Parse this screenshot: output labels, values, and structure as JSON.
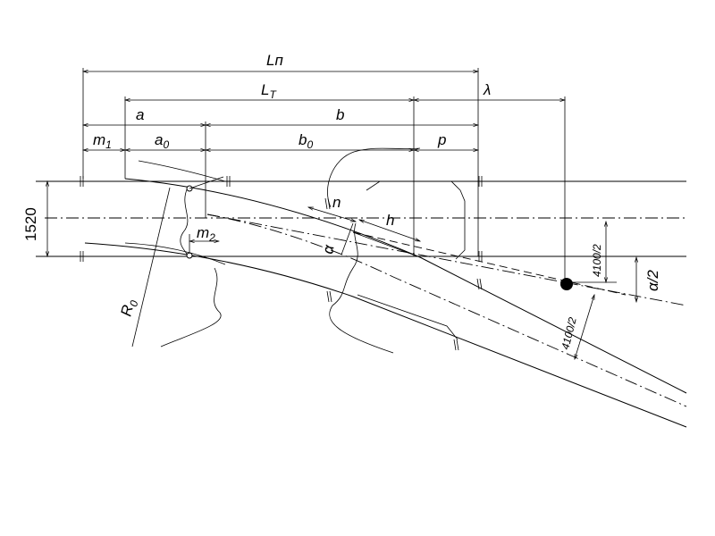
{
  "labels": {
    "l_p": "Lп",
    "l_t_main": "L",
    "l_t_sub": "T",
    "lambda": "λ",
    "a": "a",
    "b": "b",
    "m1_main": "m",
    "m1_sub": "1",
    "a0_main": "a",
    "a0_sub": "0",
    "b0_main": "b",
    "b0_sub": "0",
    "p": "p",
    "gauge": "1520",
    "n": "n",
    "h": "h",
    "m2_main": "m",
    "m2_sub": "2",
    "alpha": "α",
    "half_alpha": "α/2",
    "r0_main": "R",
    "r0_sub": "0",
    "half_width_upper": "4100/2",
    "half_width_lower": "4100/2"
  }
}
